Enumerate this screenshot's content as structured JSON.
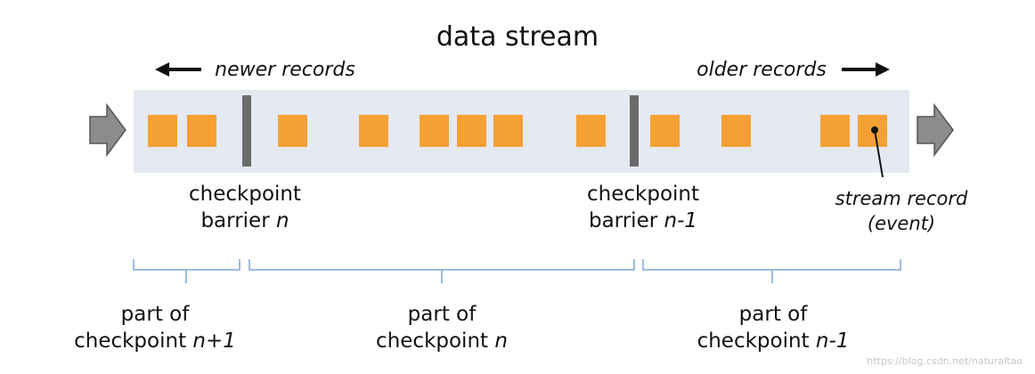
{
  "title": "data stream",
  "newer_label": "newer records",
  "older_label": "older records",
  "barrier_n": {
    "line1": "checkpoint",
    "line2_prefix": "barrier ",
    "line2_var": "n"
  },
  "barrier_n1": {
    "line1": "checkpoint",
    "line2_prefix": "barrier ",
    "line2_var": "n-1"
  },
  "stream_record": {
    "line1": "stream record",
    "line2": "(event)"
  },
  "parts": [
    {
      "line1": "part of",
      "prefix": "checkpoint ",
      "var": "n+1"
    },
    {
      "line1": "part of",
      "prefix": "checkpoint ",
      "var": "n"
    },
    {
      "line1": "part of",
      "prefix": "checkpoint ",
      "var": "n-1"
    }
  ],
  "watermark": "https://blog.csdn.net/naturaltao",
  "colors": {
    "stream_band": "#e4e9f2",
    "record": "#f5a033",
    "barrier": "#6b6b6b",
    "flow_arrow": "#8c8c8c",
    "brace": "#7fa6d6"
  }
}
